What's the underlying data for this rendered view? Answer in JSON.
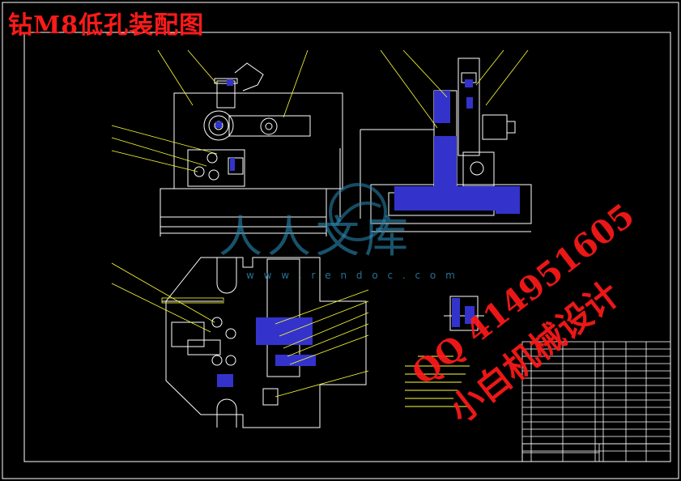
{
  "title": "钻M8低孔装配图",
  "watermarks": {
    "qq": "QQ 414951605",
    "brand": "小白机械设计",
    "site": "w w w . r e n d o c . c o m",
    "logo": "人人文库"
  },
  "colors": {
    "background": "#000000",
    "border": "#ffffff",
    "lines": "#ffffff",
    "leaders": "#ffff33",
    "section_hatch": "#3333cc",
    "title_red": "#ff1a1a",
    "watermark_blue": "#2b8ab5"
  },
  "views": [
    "front-view",
    "side-section-view",
    "top-view",
    "detail-section-view"
  ],
  "parts_table": {
    "rows": 16,
    "columns": 6
  }
}
